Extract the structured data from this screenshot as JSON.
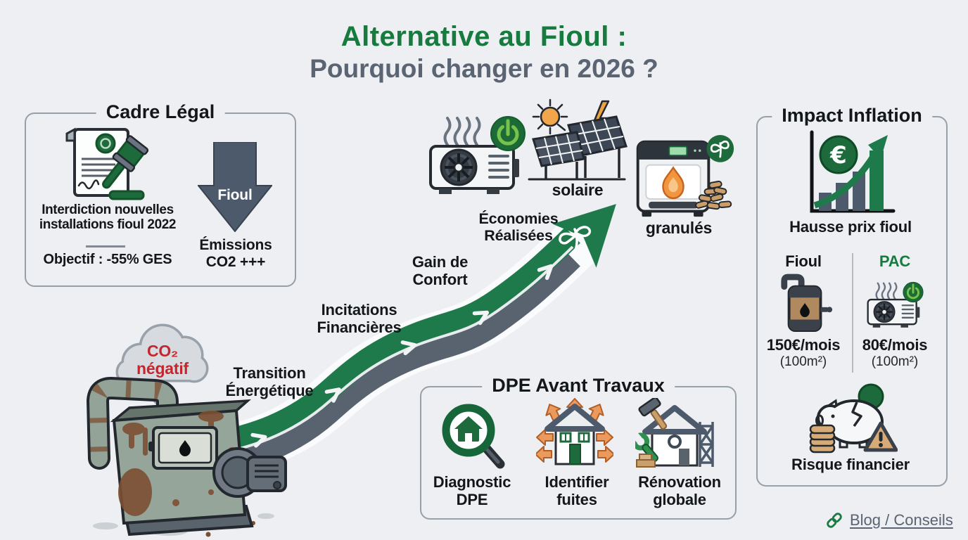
{
  "colors": {
    "background": "#edeff2",
    "brand_green": "#177a3e",
    "dark_green": "#1d6b3c",
    "road_green": "#1e7a4a",
    "slate": "#59626f",
    "text_dark": "#14171a",
    "text_gray": "#5a6472",
    "alert_red": "#c4262e",
    "leak_orange": "#eb9a5e",
    "wood_tan": "#c9a06a"
  },
  "header": {
    "title_line1": "Alternative au Fioul :",
    "title_line2": "Pourquoi changer en 2026 ?"
  },
  "cadre_legal": {
    "box_title": "Cadre Légal",
    "icon": "legal-document-gavel-icon",
    "law_text": "Interdiction nouvelles\ninstallations fioul 2022",
    "objective_text": "Objectif : -55% GES",
    "down_arrow_label": "Fioul",
    "emissions_text": "Émissions\nCO2 +++"
  },
  "journey": {
    "start_icon": "old-fioul-boiler-illustration",
    "start_cloud_label": "CO₂\nnégatif",
    "milestones": [
      {
        "label": "Transition\nÉnergétique"
      },
      {
        "label": "Incitations\nFinancières"
      },
      {
        "label": "Gain de\nConfort"
      },
      {
        "label": "Économies\nRéalisées"
      }
    ],
    "solutions": [
      {
        "icon": "heat-pump-icon",
        "label": ""
      },
      {
        "icon": "solar-panel-icon",
        "label": "solaire"
      },
      {
        "icon": "pellet-boiler-icon",
        "label": "granulés"
      }
    ]
  },
  "dpe": {
    "box_title": "DPE Avant Travaux",
    "items": [
      {
        "icon": "magnifier-house-icon",
        "label": "Diagnostic\nDPE"
      },
      {
        "icon": "house-heat-leaks-icon",
        "label": "Identifier\nfuites"
      },
      {
        "icon": "renovation-house-icon",
        "label": "Rénovation\nglobale"
      }
    ]
  },
  "inflation": {
    "box_title": "Impact Inflation",
    "chart_icon": "euro-growth-chart-icon",
    "chart_caption": "Hausse prix fioul",
    "compare_left": {
      "name": "Fioul",
      "icon": "fioul-boiler-icon",
      "cost": "150€/mois",
      "area": "(100m²)"
    },
    "compare_right": {
      "name": "PAC",
      "icon": "heat-pump-icon",
      "cost": "80€/mois",
      "area": "(100m²)"
    },
    "risk_icon": "broken-piggy-bank-icon",
    "risk_caption": "Risque financier"
  },
  "footer": {
    "icon": "link-icon",
    "blog_link": "Blog / Conseils"
  }
}
